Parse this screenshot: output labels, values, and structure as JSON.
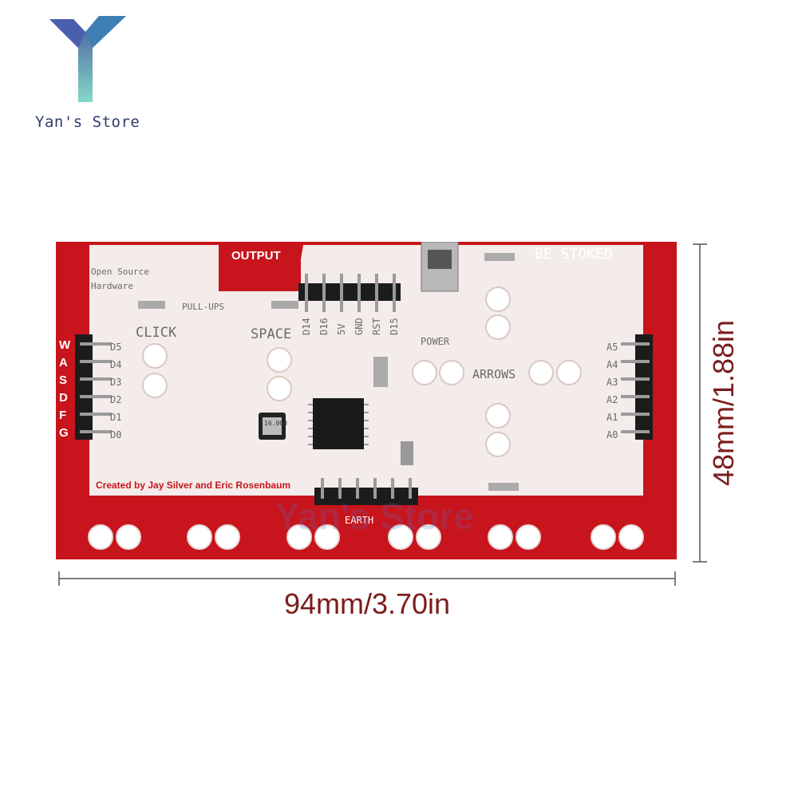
{
  "store": {
    "name": "Yan's Store",
    "watermark": "Yan's Store"
  },
  "dimensions": {
    "width_label": "94mm/3.70in",
    "height_label": "48mm/1.88in"
  },
  "board": {
    "header_labels": [
      "OUTPUT",
      "BE STOKED",
      "POWER",
      "EARTH"
    ],
    "info": {
      "line1": "Open Source",
      "line2": "Hardware",
      "credit": "Created by Jay Silver and Eric Rosenbaum"
    },
    "sections": {
      "pullups": "PULL-UPS",
      "click": "CLICK",
      "space": "SPACE",
      "arrows": "ARROWS"
    },
    "left_keys": [
      "W",
      "A",
      "S",
      "D",
      "F",
      "G"
    ],
    "left_pins": [
      "D5",
      "D4",
      "D3",
      "D2",
      "D1",
      "D0"
    ],
    "right_pins": [
      "A5",
      "A4",
      "A3",
      "A2",
      "A1",
      "A0"
    ],
    "top_pins": [
      "D14",
      "D16",
      "5V",
      "GND",
      "RST",
      "D15"
    ],
    "crystal": "16.000"
  },
  "colors": {
    "pcb_red": "#c8141c",
    "silk_white": "#f3ecea",
    "dim_red": "#7b1d1d",
    "logo_navy": "#2d3c6e"
  }
}
